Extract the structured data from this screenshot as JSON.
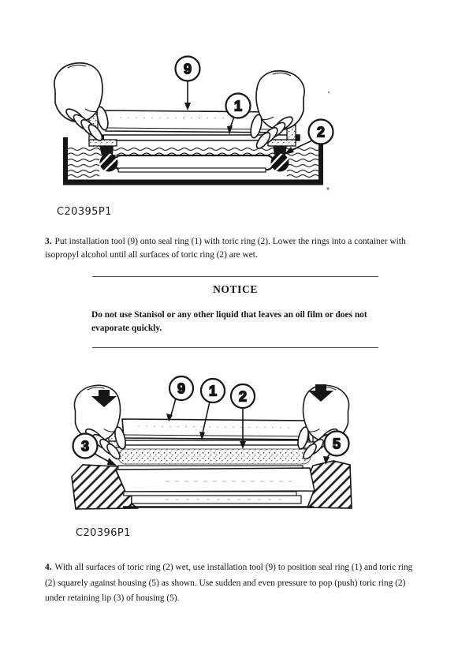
{
  "page": {
    "background": "#ffffff",
    "ink": "#161616"
  },
  "figure1": {
    "caption": "C20395P1",
    "callouts": [
      "9",
      "1",
      "2"
    ]
  },
  "step3": {
    "number": "3.",
    "body": "Put installation tool (9) onto seal ring (1) with toric ring (2). Lower the rings into a container with isopropyl alcohol until all surfaces of toric ring (2) are wet."
  },
  "notice": {
    "title": "NOTICE",
    "body": "Do not use Stanisol or any other liquid that leaves an oil film or does not evaporate quickly."
  },
  "figure2": {
    "caption": "C20396P1",
    "callouts": [
      "9",
      "1",
      "2",
      "3",
      "5"
    ]
  },
  "step4": {
    "number": "4.",
    "body": "With all surfaces of toric ring (2) wet, use installation tool (9) to position seal ring (1) and toric ring (2) squarely against housing (5) as shown. Use sudden and even pressure to pop (push) toric ring (2) under retaining lip (3) of housing (5)."
  }
}
